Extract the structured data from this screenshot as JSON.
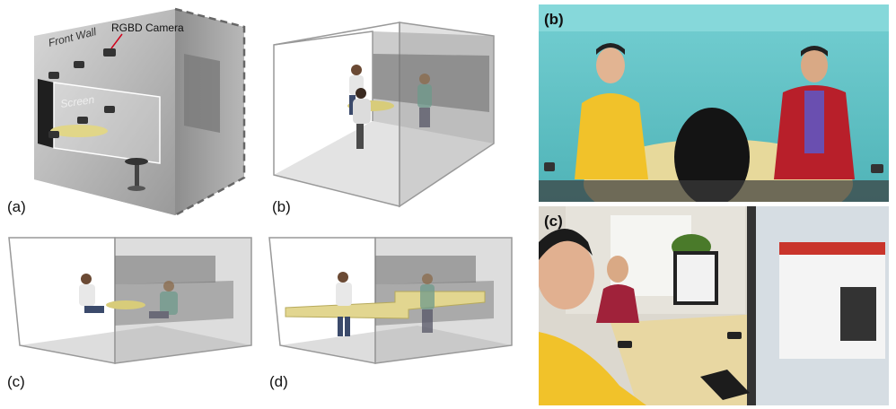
{
  "panel_a": {
    "label": "(a)",
    "front_wall_label": "Front Wall",
    "screen_label": "Screen",
    "camera_label": "RGBD Camera"
  },
  "panel_b_render": {
    "label": "(b)"
  },
  "panel_c_render": {
    "label": "(c)"
  },
  "panel_d_render": {
    "label": "(d)"
  },
  "photo_b": {
    "label": "(b)"
  },
  "photo_c": {
    "label": "(c)"
  },
  "colors": {
    "wall_grey": "#b9b9b9",
    "table_yellow": "#e8dc9a",
    "teal_wall": "#5fc2c4",
    "camera_callout": "#d0021b"
  }
}
